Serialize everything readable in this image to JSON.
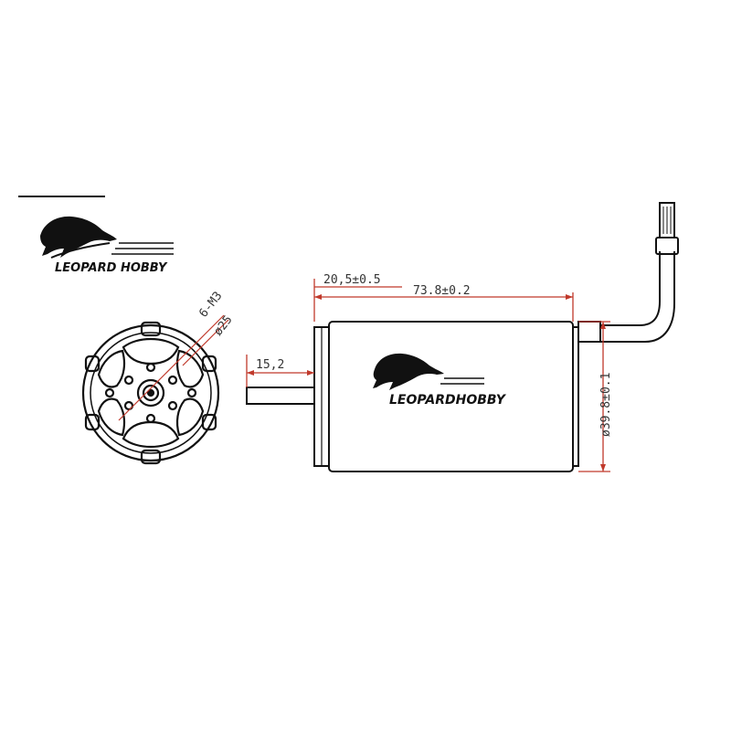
{
  "brand": {
    "logo_text": "LEOPARD HOBBY",
    "body_text": "LEOPARDHOBBY"
  },
  "dimensions": {
    "front_length": "20,5±0.5",
    "total_length": "73.8±0.2",
    "shaft_length": "15,2",
    "diameter": "ø39.8±0.1",
    "mount_holes": "6-M3",
    "bolt_circle": "ø25"
  },
  "colors": {
    "dimension_line": "#c0392b",
    "outline": "#111111"
  }
}
